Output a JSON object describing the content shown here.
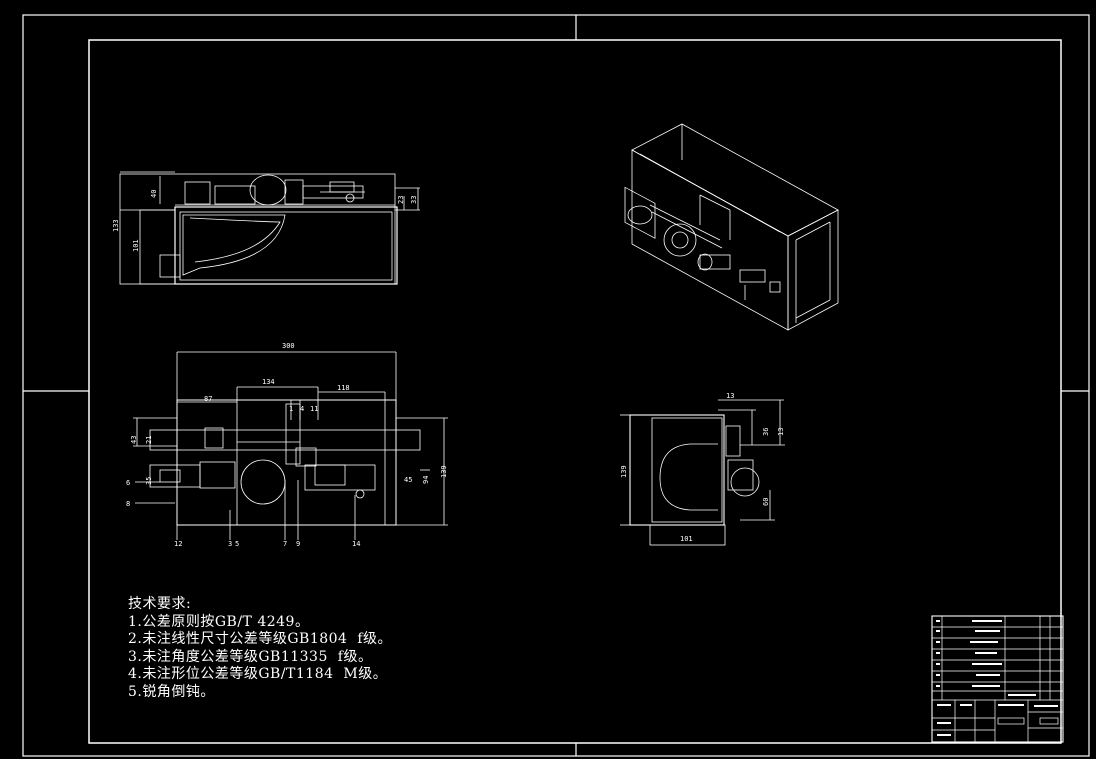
{
  "drawing": {
    "colors": {
      "background": "#000000",
      "lines": "#ffffff"
    }
  },
  "tech_requirements": {
    "title": "技术要求:",
    "items": [
      "1.公差原则按GB/T 4249。",
      "2.未注线性尺寸公差等级GB1804  f级。",
      "3.未注角度公差等级GB11335  f级。",
      "4.未注形位公差等级GB/T1184  M级。",
      "5.锐角倒钝。"
    ]
  },
  "dimensions": {
    "front_view": {
      "total_height": "133",
      "lower_height": "101",
      "upper_height": "40",
      "right_a": "33",
      "right_b": "23"
    },
    "top_view": {
      "overall_width": "300",
      "d134": "134",
      "d118": "118",
      "d87": "87",
      "left_h1": "43",
      "left_h2": "21",
      "left_h3": "35",
      "right_h1": "139",
      "right_h2": "94",
      "right_h3": "45",
      "part_6": "6",
      "part_8": "8",
      "part_12": "12",
      "part_3": "3",
      "part_5": "5",
      "part_7": "7",
      "part_9": "9",
      "part_14": "14",
      "part_1": "1",
      "part_4": "4",
      "part_11": "11"
    },
    "side_view": {
      "height": "139",
      "bottom_width": "101",
      "top_13": "13",
      "right_36": "36",
      "right_13": "13",
      "right_60": "60"
    }
  }
}
